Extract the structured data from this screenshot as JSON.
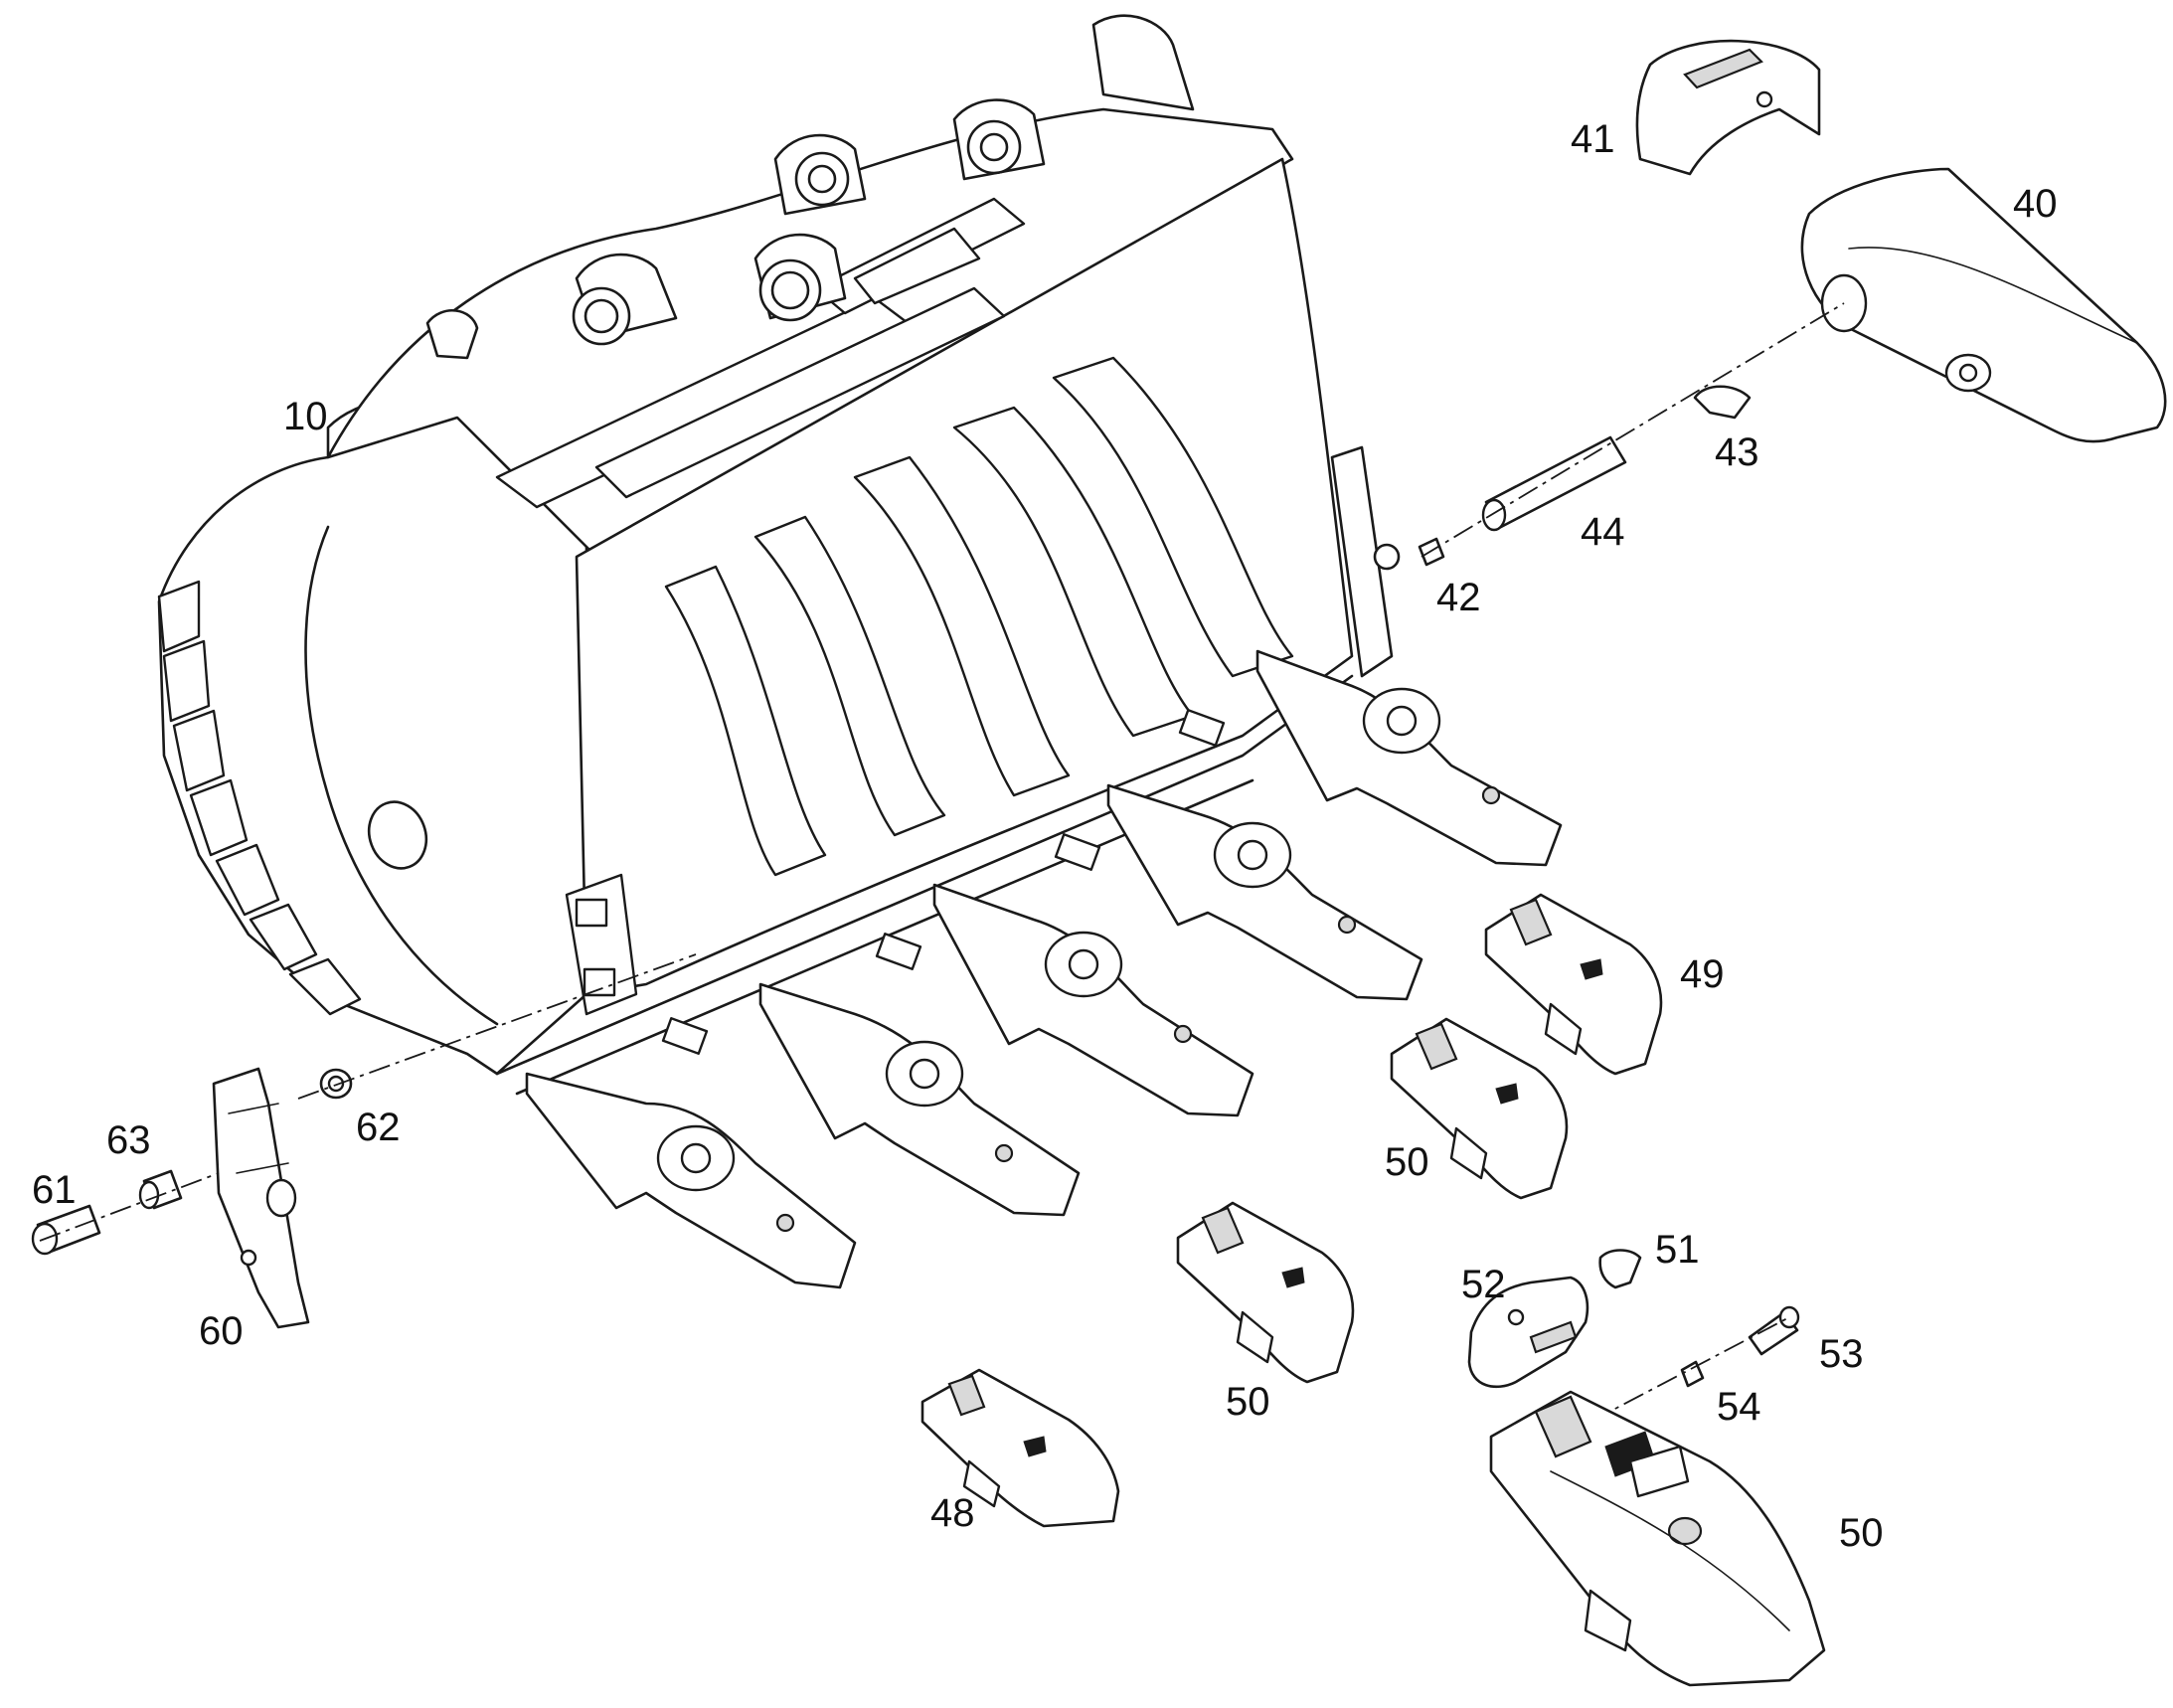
{
  "labels": {
    "p10": "10",
    "p40": "40",
    "p41": "41",
    "p42": "42",
    "p43": "43",
    "p44": "44",
    "p48": "48",
    "p49": "49",
    "p50a": "50",
    "p50b": "50",
    "p50c": "50",
    "p51": "51",
    "p52": "52",
    "p53": "53",
    "p54": "54",
    "p60": "60",
    "p61": "61",
    "p62": "62",
    "p63": "63"
  }
}
